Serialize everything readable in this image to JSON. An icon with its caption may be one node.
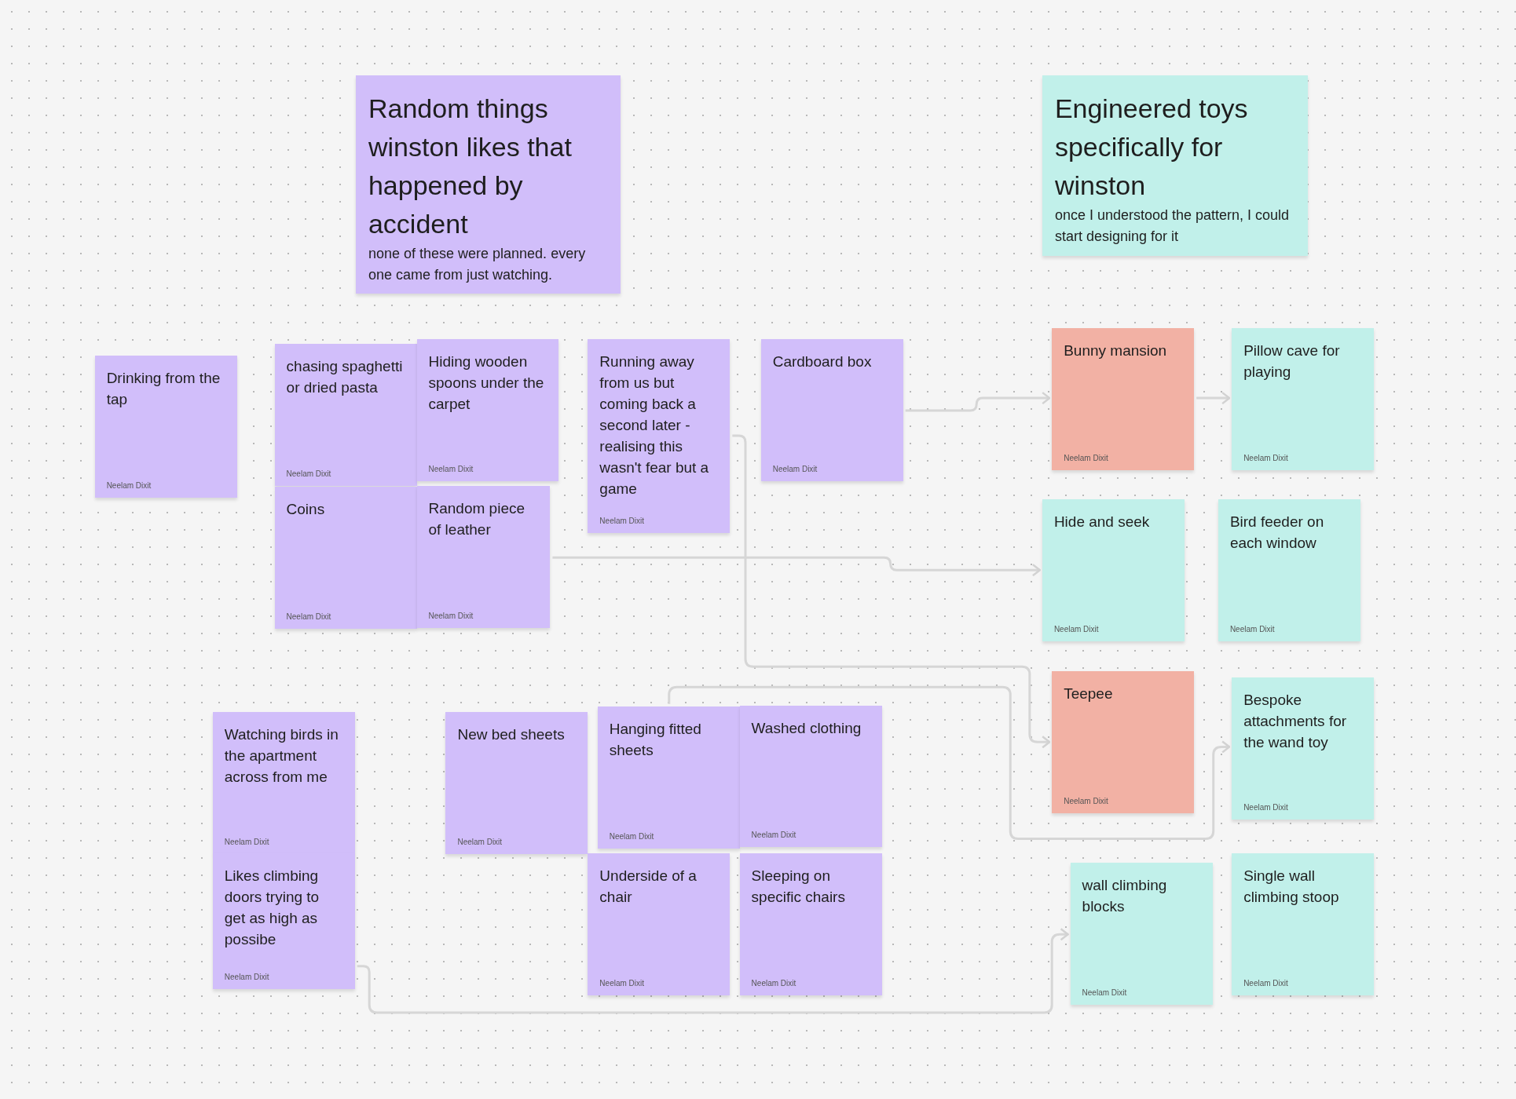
{
  "diagram": {
    "nodes": [
      {
        "text": [
          "Random things winston likes that happened by accident",
          "none of these were planned. every one came from just watching."
        ]
      },
      {
        "text": [
          "Engineered toys specifically for winston",
          "once I understood the pattern, I could start designing for it"
        ]
      },
      {
        "text": [
          "Drinking from the tap",
          "Neelam Dixit"
        ]
      },
      {
        "text": [
          "chasing spaghetti or dried pasta",
          "Neelam Dixit"
        ]
      },
      {
        "text": [
          "Hiding wooden spoons under the carpet",
          "Neelam Dixit"
        ]
      },
      {
        "text": [
          "Running away from us but coming back a second later - realising this wasn't fear but a game",
          "Neelam Dixit"
        ]
      },
      {
        "text": [
          "Cardboard box",
          "Neelam Dixit"
        ]
      },
      {
        "text": [
          "Coins",
          "Neelam Dixit"
        ]
      },
      {
        "text": [
          "Random piece of leather",
          "Neelam Dixit"
        ]
      },
      {
        "text": [
          "Watching birds in the apartment across from me",
          "Neelam Dixit"
        ]
      },
      {
        "text": [
          "New bed sheets",
          "Neelam Dixit"
        ]
      },
      {
        "text": [
          "Hanging fitted sheets",
          "Neelam Dixit"
        ]
      },
      {
        "text": [
          "Washed clothing",
          "Neelam Dixit"
        ]
      },
      {
        "text": [
          "Likes climbing doors trying to get as high as possibe",
          "Neelam Dixit"
        ]
      },
      {
        "text": [
          "Underside of a chair",
          "Neelam Dixit"
        ]
      },
      {
        "text": [
          "Sleeping on specific chairs",
          "Neelam Dixit"
        ]
      },
      {
        "text": [
          "Bunny mansion",
          "Neelam Dixit"
        ]
      },
      {
        "text": [
          "Pillow cave for playing",
          "Neelam Dixit"
        ]
      },
      {
        "text": [
          "Hide and seek",
          "Neelam Dixit"
        ]
      },
      {
        "text": [
          "Bird feeder on each window",
          "Neelam Dixit"
        ]
      },
      {
        "text": [
          "Teepee",
          "Neelam Dixit"
        ]
      },
      {
        "text": [
          "Bespoke attachments for the wand toy",
          "Neelam Dixit"
        ]
      },
      {
        "text": [
          "wall climbing blocks",
          "Neelam Dixit"
        ]
      },
      {
        "text": [
          "Single wall climbing stoop",
          "Neelam Dixit"
        ]
      }
    ],
    "edges": [
      {
        "from": 6,
        "to": 16,
        "arrow": "to"
      },
      {
        "from": 16,
        "to": 17,
        "arrow": "to"
      },
      {
        "from": 5,
        "to": 20,
        "arrow": "to"
      },
      {
        "from": 8,
        "to": 18,
        "arrow": "to"
      },
      {
        "from": 11,
        "to": 21,
        "arrow": "to"
      },
      {
        "from": 13,
        "to": 22,
        "arrow": "to"
      }
    ]
  }
}
